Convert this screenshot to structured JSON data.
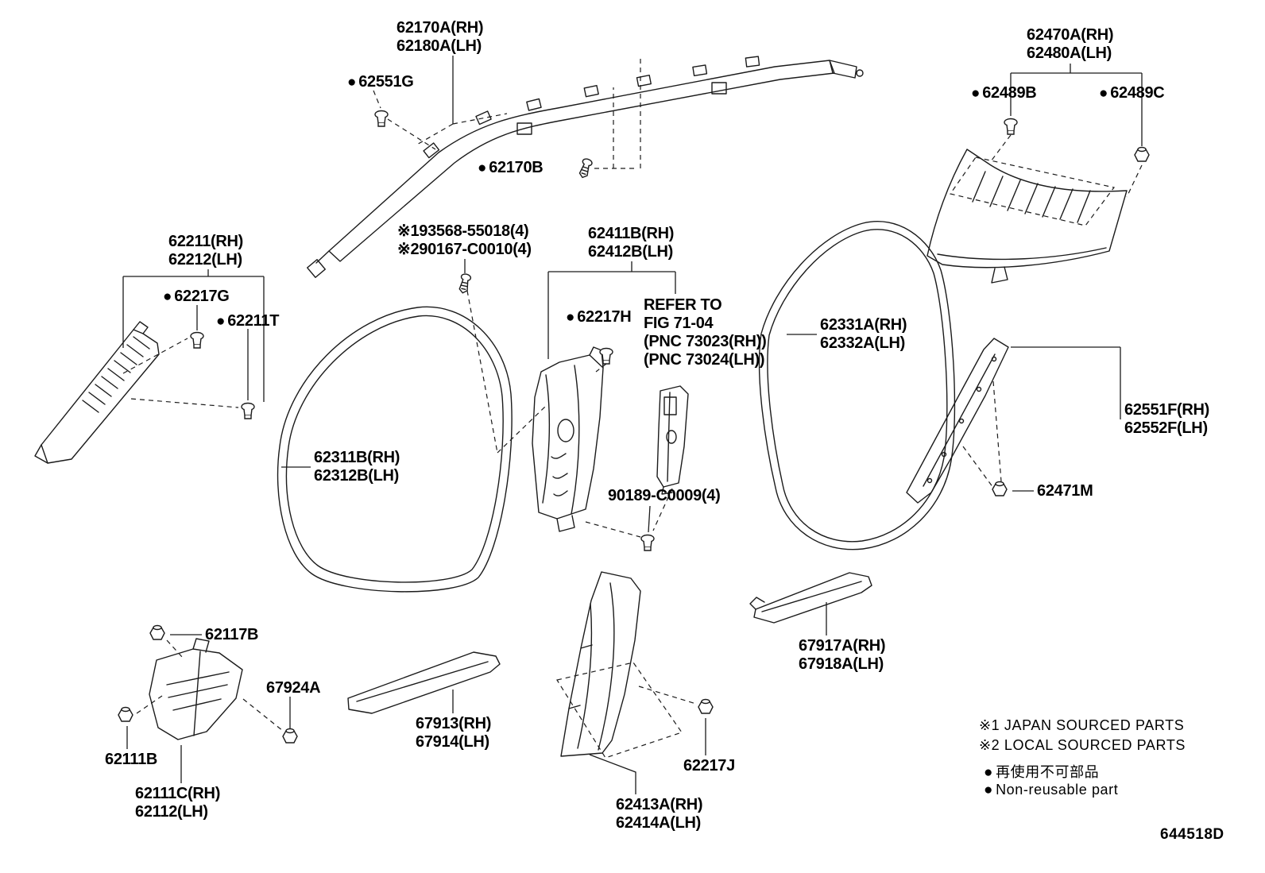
{
  "doc": {
    "code": "644518D"
  },
  "glyphs": {
    "bullet": "●"
  },
  "labels": {
    "curtain_airbag": {
      "rh": "62170A(RH)",
      "lh": "62180A(LH)"
    },
    "clip_62551g": "62551G",
    "screw_62170b": "62170B",
    "cpillar_garnish": {
      "rh": "62470A(RH)",
      "lh": "62480A(LH)"
    },
    "clip_62489b": "62489B",
    "clip_62489c": "62489C",
    "apillar_garnish": {
      "rh": "62211(RH)",
      "lh": "62212(LH)"
    },
    "clip_62217g": "62217G",
    "clip_62211t": "62211T",
    "fastener_note": {
      "line1": "※193568-55018(4)",
      "line2": "※290167-C0010(4)"
    },
    "bpillar_upper_garnish": {
      "rh": "62411B(RH)",
      "lh": "62412B(LH)"
    },
    "clip_62217h": "62217H",
    "refer_note": {
      "line1": "REFER TO",
      "line2": "FIG 71-04",
      "line3": "(PNC 73023(RH))",
      "line4": "(PNC 73024(LH))"
    },
    "rear_weatherstrip": {
      "rh": "62331A(RH)",
      "lh": "62332A(LH)"
    },
    "rear_lower_garnish": {
      "rh": "62551F(RH)",
      "lh": "62552F(LH)"
    },
    "clip_62471m": "62471M",
    "front_weatherstrip": {
      "rh": "62311B(RH)",
      "lh": "62312B(LH)"
    },
    "screw_90189": "90189-C0009(4)",
    "clip_62117b": "62117B",
    "clip_67924a": "67924A",
    "clip_62111b": "62111B",
    "cowl_side_trim": {
      "rh": "62111C(RH)",
      "lh": "62112(LH)"
    },
    "front_scuff_plate": {
      "rh": "67913(RH)",
      "lh": "67914(LH)"
    },
    "rear_scuff_plate": {
      "rh": "67917A(RH)",
      "lh": "67918A(LH)"
    },
    "clip_62217j": "62217J",
    "bpillar_lower_garnish": {
      "rh": "62413A(RH)",
      "lh": "62414A(LH)"
    }
  },
  "legend": {
    "japan_sourced": "※1 JAPAN SOURCED PARTS",
    "local_sourced": "※2 LOCAL SOURCED PARTS",
    "non_reusable_jp": "再使用不可部品",
    "non_reusable_en": "Non-reusable part"
  }
}
